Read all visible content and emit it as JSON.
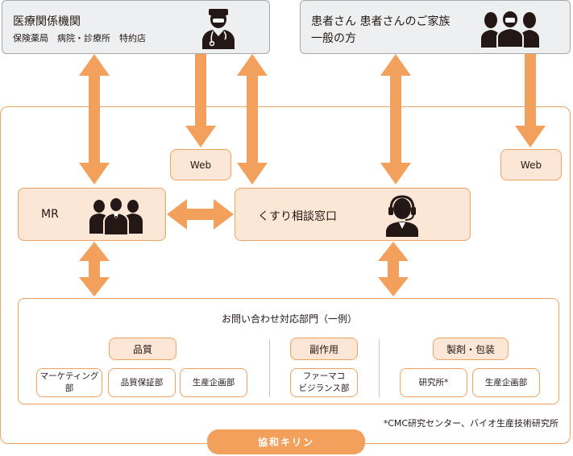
{
  "top_left": {
    "title": "医療関係機関",
    "subtitle": "保険薬局　病院・診療所　特約店"
  },
  "top_right": {
    "line1": "患者さん 患者さんのご家族",
    "line2": "一般の方"
  },
  "web_left": "Web",
  "web_right": "Web",
  "mr": {
    "label": "MR"
  },
  "consult": {
    "label": "くすり相談窓口"
  },
  "departments": {
    "title": "お問い合わせ対応部門（一例）",
    "quality": {
      "label": "品質",
      "items": [
        "マーケティング部",
        "品質保証部",
        "生産企画部"
      ]
    },
    "side_effects": {
      "label": "副作用",
      "items": [
        "ファーマコ\nビジランス部"
      ]
    },
    "manufacturing": {
      "label": "製剤・包装",
      "items": [
        "研究所*",
        "生産企画部"
      ]
    }
  },
  "footnote": "*CMC研究センター、バイオ生産技術研究所",
  "company": "協和キリン",
  "colors": {
    "arrow": "#f3a05c",
    "border": "#f0a260",
    "fill": "#fce6d6",
    "gray_box": "#eeeff0"
  },
  "icons": [
    "doctor-icon",
    "family-icon",
    "business-team-icon",
    "operator-headset-icon"
  ]
}
